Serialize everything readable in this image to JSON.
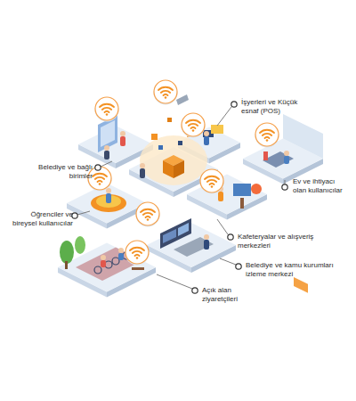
{
  "diagram": {
    "labels": [
      "İşyerleri ve Küçük esnaf (POS)",
      "Belediye ve bağlı birimler",
      "Ev ve ihtiyacı olan kullanıcılar",
      "Öğrenciler ve bireysel kullanıcılar",
      "Kafeteryalar ve alışveriş merkezleri",
      "Belediye ve kamu kurumları izleme merkezi",
      "Açık alan ziyaretçileri"
    ]
  }
}
